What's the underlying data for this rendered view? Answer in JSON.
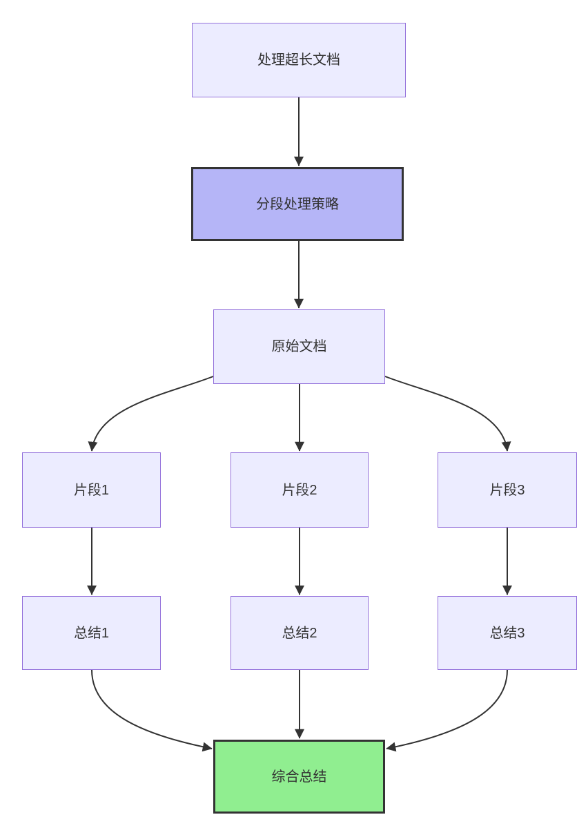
{
  "diagram": {
    "type": "flowchart",
    "direction": "top-down",
    "nodes": {
      "title": {
        "label": "处理超长文档",
        "style": "default"
      },
      "strategy": {
        "label": "分段处理策略",
        "style": "highlight"
      },
      "doc": {
        "label": "原始文档",
        "style": "default"
      },
      "frag1": {
        "label": "片段1",
        "style": "default"
      },
      "frag2": {
        "label": "片段2",
        "style": "default"
      },
      "frag3": {
        "label": "片段3",
        "style": "default"
      },
      "sum1": {
        "label": "总结1",
        "style": "default"
      },
      "sum2": {
        "label": "总结2",
        "style": "default"
      },
      "sum3": {
        "label": "总结3",
        "style": "default"
      },
      "final": {
        "label": "综合总结",
        "style": "success"
      }
    },
    "edges": [
      {
        "from": "处理超长文档",
        "to": "分段处理策略"
      },
      {
        "from": "分段处理策略",
        "to": "原始文档"
      },
      {
        "from": "原始文档",
        "to": "片段1"
      },
      {
        "from": "原始文档",
        "to": "片段2"
      },
      {
        "from": "原始文档",
        "to": "片段3"
      },
      {
        "from": "片段1",
        "to": "总结1"
      },
      {
        "from": "片段2",
        "to": "总结2"
      },
      {
        "from": "片段3",
        "to": "总结3"
      },
      {
        "from": "总结1",
        "to": "综合总结"
      },
      {
        "from": "总结2",
        "to": "综合总结"
      },
      {
        "from": "总结3",
        "to": "综合总结"
      }
    ],
    "colors": {
      "background": "#FFFFFF",
      "node_fill": "#ECECFF",
      "node_border": "#9370DB",
      "highlight_fill": "#B5B5F7",
      "highlight_border": "#333333",
      "success_fill": "#90EE90",
      "success_border": "#333333",
      "edge": "#333333",
      "text": "#333333"
    }
  }
}
